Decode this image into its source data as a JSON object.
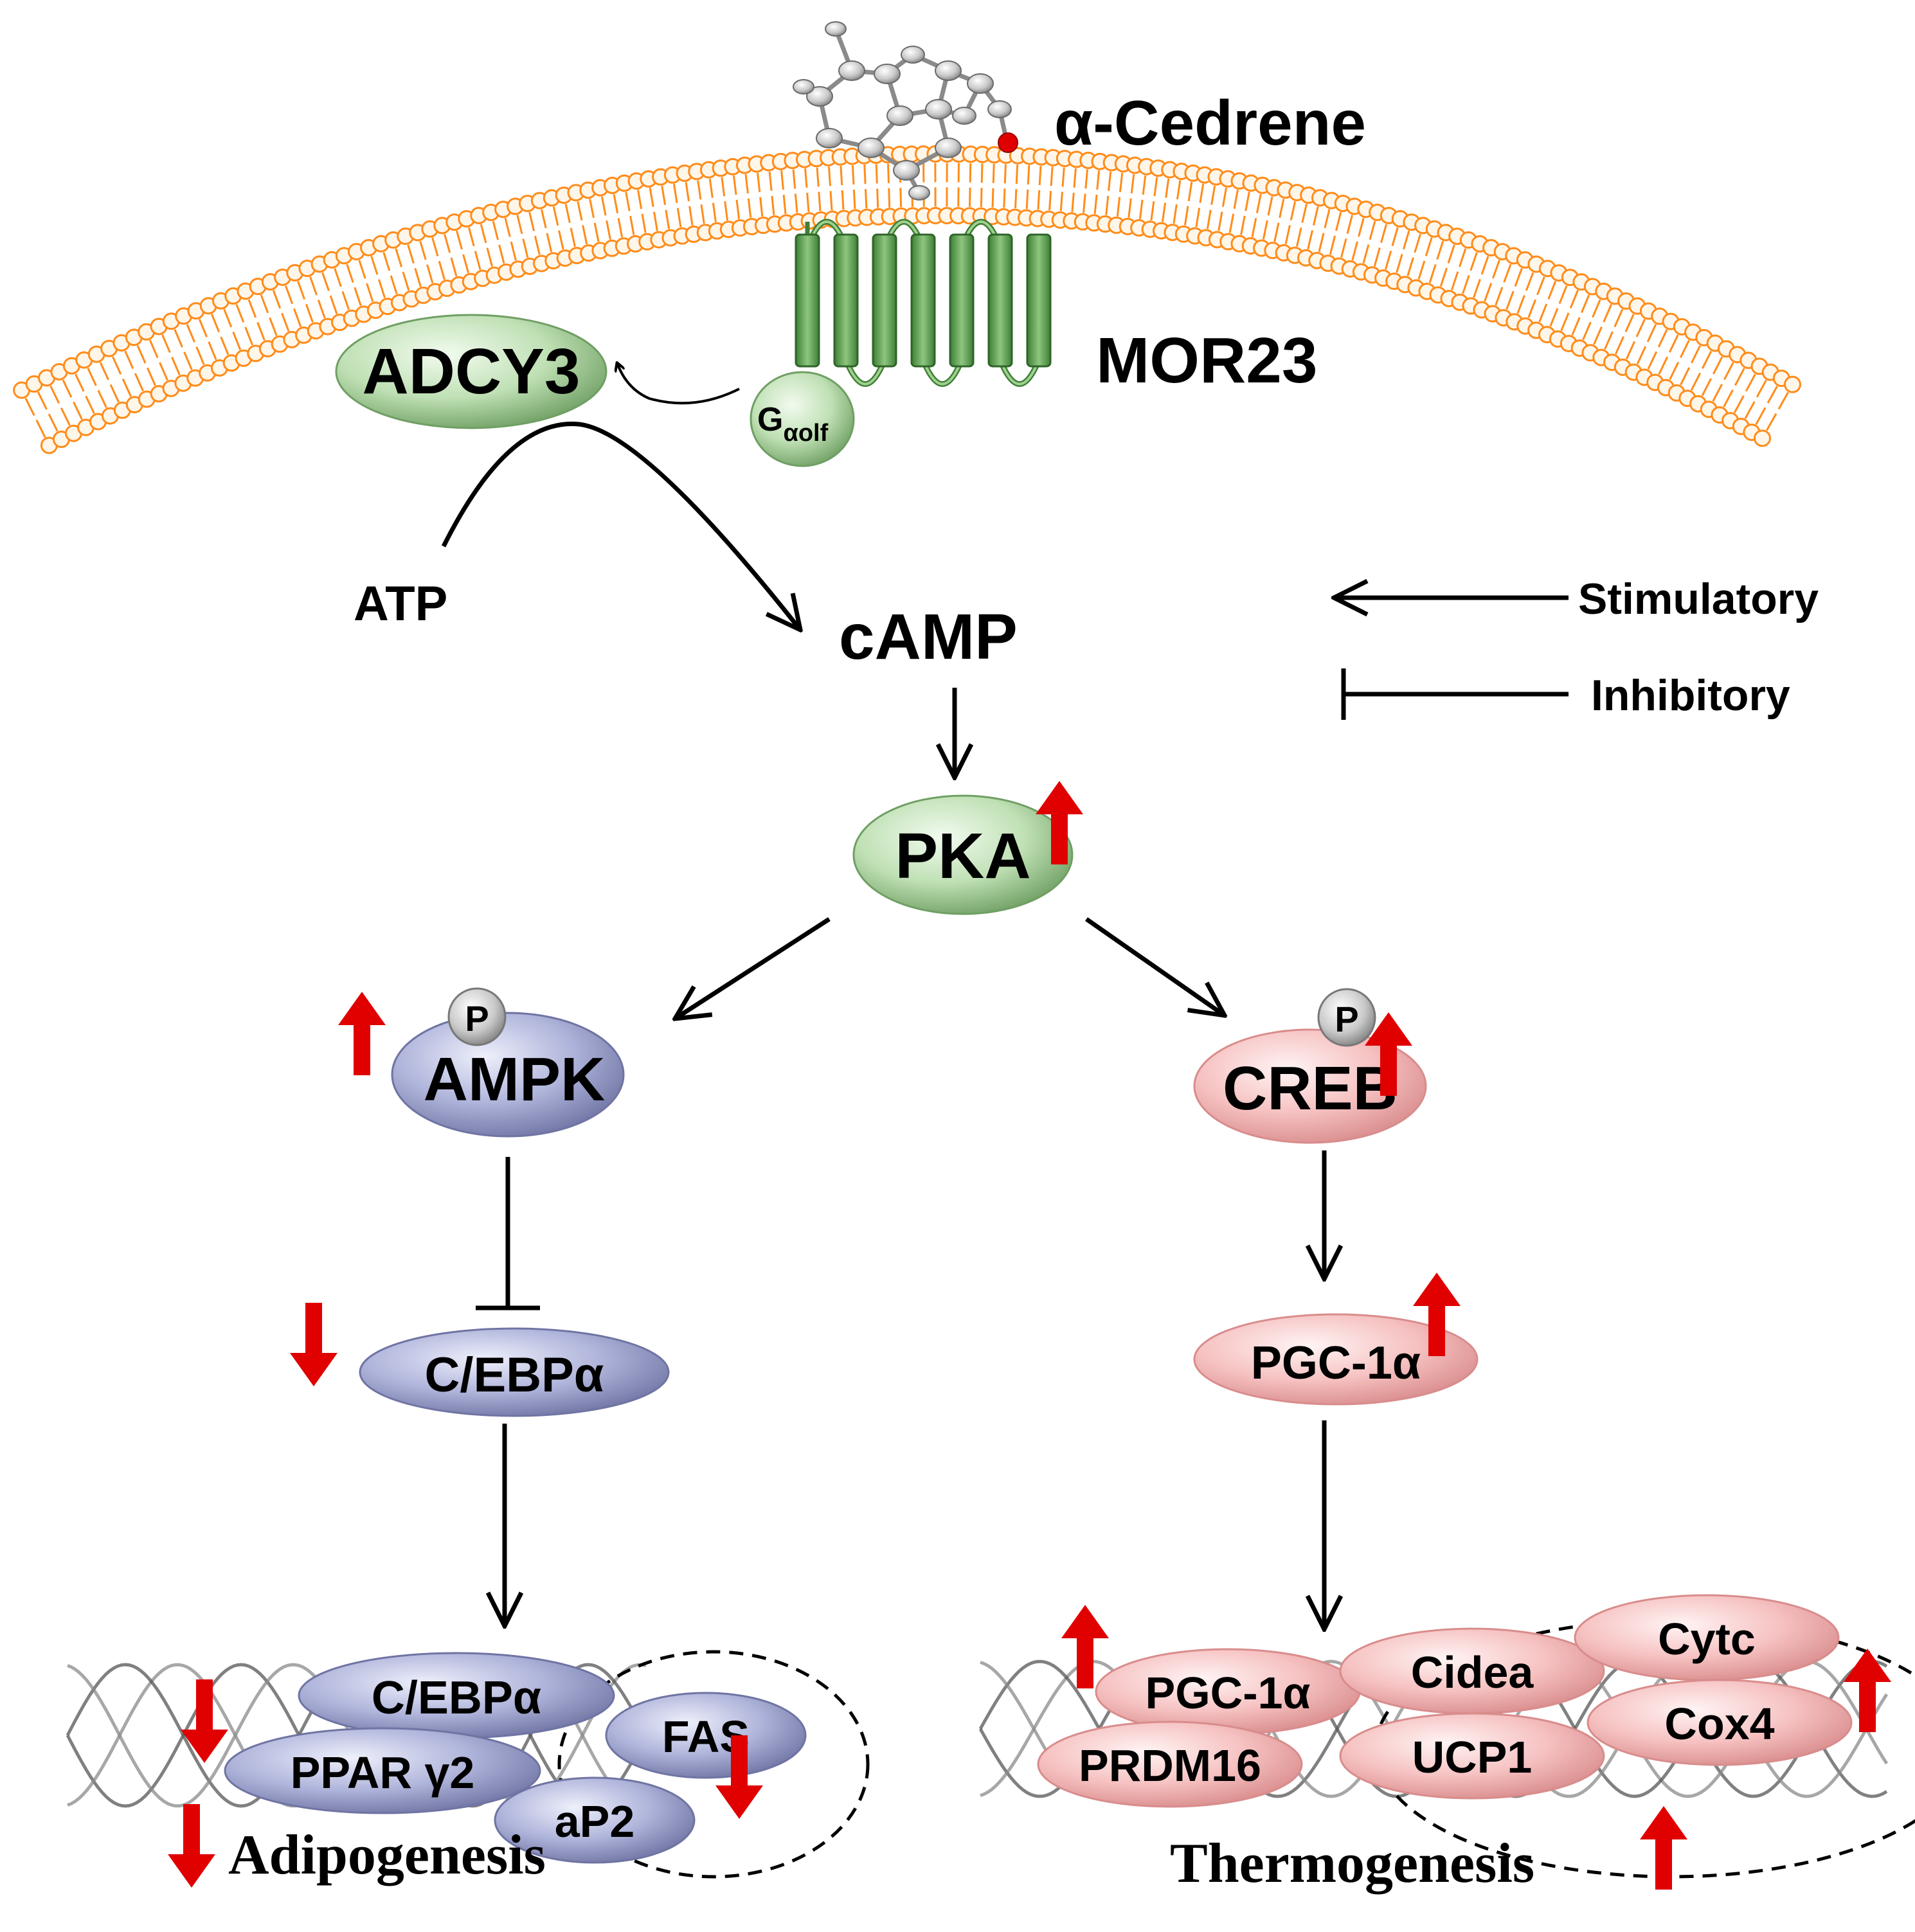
{
  "ligand": {
    "name": "α-Cedrene"
  },
  "receptor": {
    "name": "MOR23"
  },
  "g_protein": {
    "main": "G",
    "sub": "αolf"
  },
  "adcy": {
    "name": "ADCY3"
  },
  "metabolites": {
    "atp": "ATP",
    "camp": "cAMP"
  },
  "legend": {
    "stimulatory": "Stimulatory",
    "inhibitory": "Inhibitory"
  },
  "pka": {
    "name": "PKA"
  },
  "phospho": "P",
  "left": {
    "ampk": "AMPK",
    "cebpa": "C/EBPα",
    "cluster": {
      "cebpa": "C/EBPα",
      "ppar": "PPAR γ2",
      "fas": "FAS",
      "ap2": "aP2"
    },
    "outcome": "Adipogenesis"
  },
  "right": {
    "creb": "CREB",
    "pgc": "PGC-1α",
    "cluster": {
      "pgc": "PGC-1α",
      "prdm16": "PRDM16",
      "cidea": "Cidea",
      "ucp1": "UCP1",
      "cytc": "Cytc",
      "cox4": "Cox4"
    },
    "outcome": "Thermogenesis"
  },
  "colors": {
    "membrane": "#ff8c1a",
    "receptor_green": "#4e9a45",
    "green_node": "#b9ddb0",
    "purple_node": "#a9aed6",
    "pink_node": "#f6c3c3",
    "red_arrow": "#e00000"
  }
}
